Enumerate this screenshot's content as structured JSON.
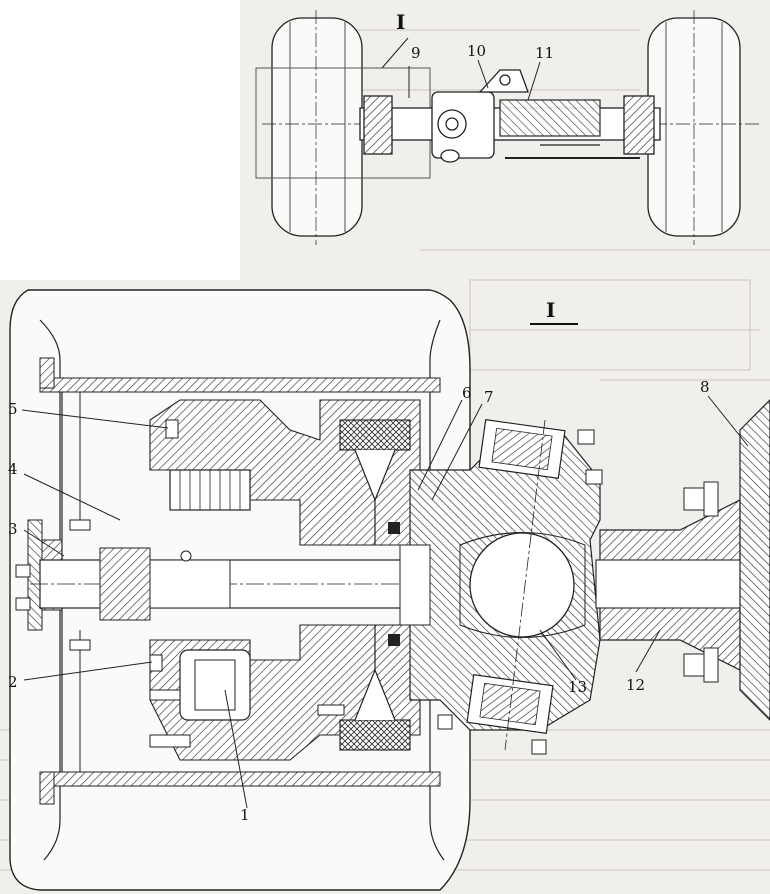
{
  "figure": {
    "section_label_top": "I",
    "section_label_main": "I",
    "callouts": {
      "n1": "1",
      "n2": "2",
      "n3": "3",
      "n4": "4",
      "n5": "5",
      "n6": "6",
      "n7": "7",
      "n8": "8",
      "n9": "9",
      "n10": "10",
      "n11": "11",
      "n12": "12",
      "n13": "13"
    }
  }
}
